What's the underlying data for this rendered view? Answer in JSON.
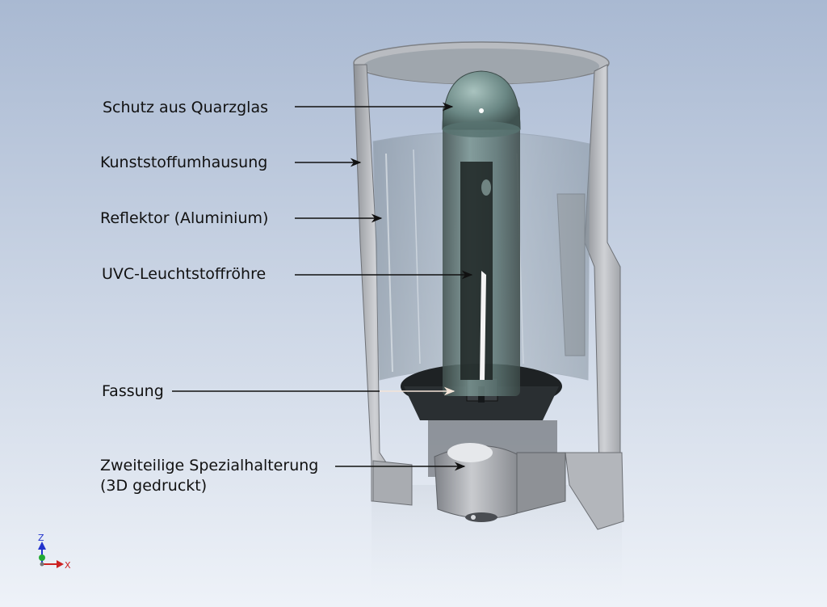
{
  "labels": {
    "quartz_protection": "Schutz aus Quarzglas",
    "plastic_housing": "Kunststoffumhausung",
    "reflector": "Reflektor (Aluminium)",
    "uvc_tube": "UVC-Leuchtstoffröhre",
    "socket": "Fassung",
    "holder_line1": "Zweiteilige Spezialhalterung",
    "holder_line2": "(3D gedruckt)"
  },
  "axis_triad": {
    "z": "Z",
    "x": "X",
    "colors": {
      "z": "#2233cc",
      "x": "#cc2222",
      "y": "#22aa33"
    }
  },
  "colors": {
    "background_top": "#a9b9d2",
    "background_bottom": "#e8edf6",
    "housing": "#b4b6bb",
    "glass": "#6f8f8c"
  }
}
